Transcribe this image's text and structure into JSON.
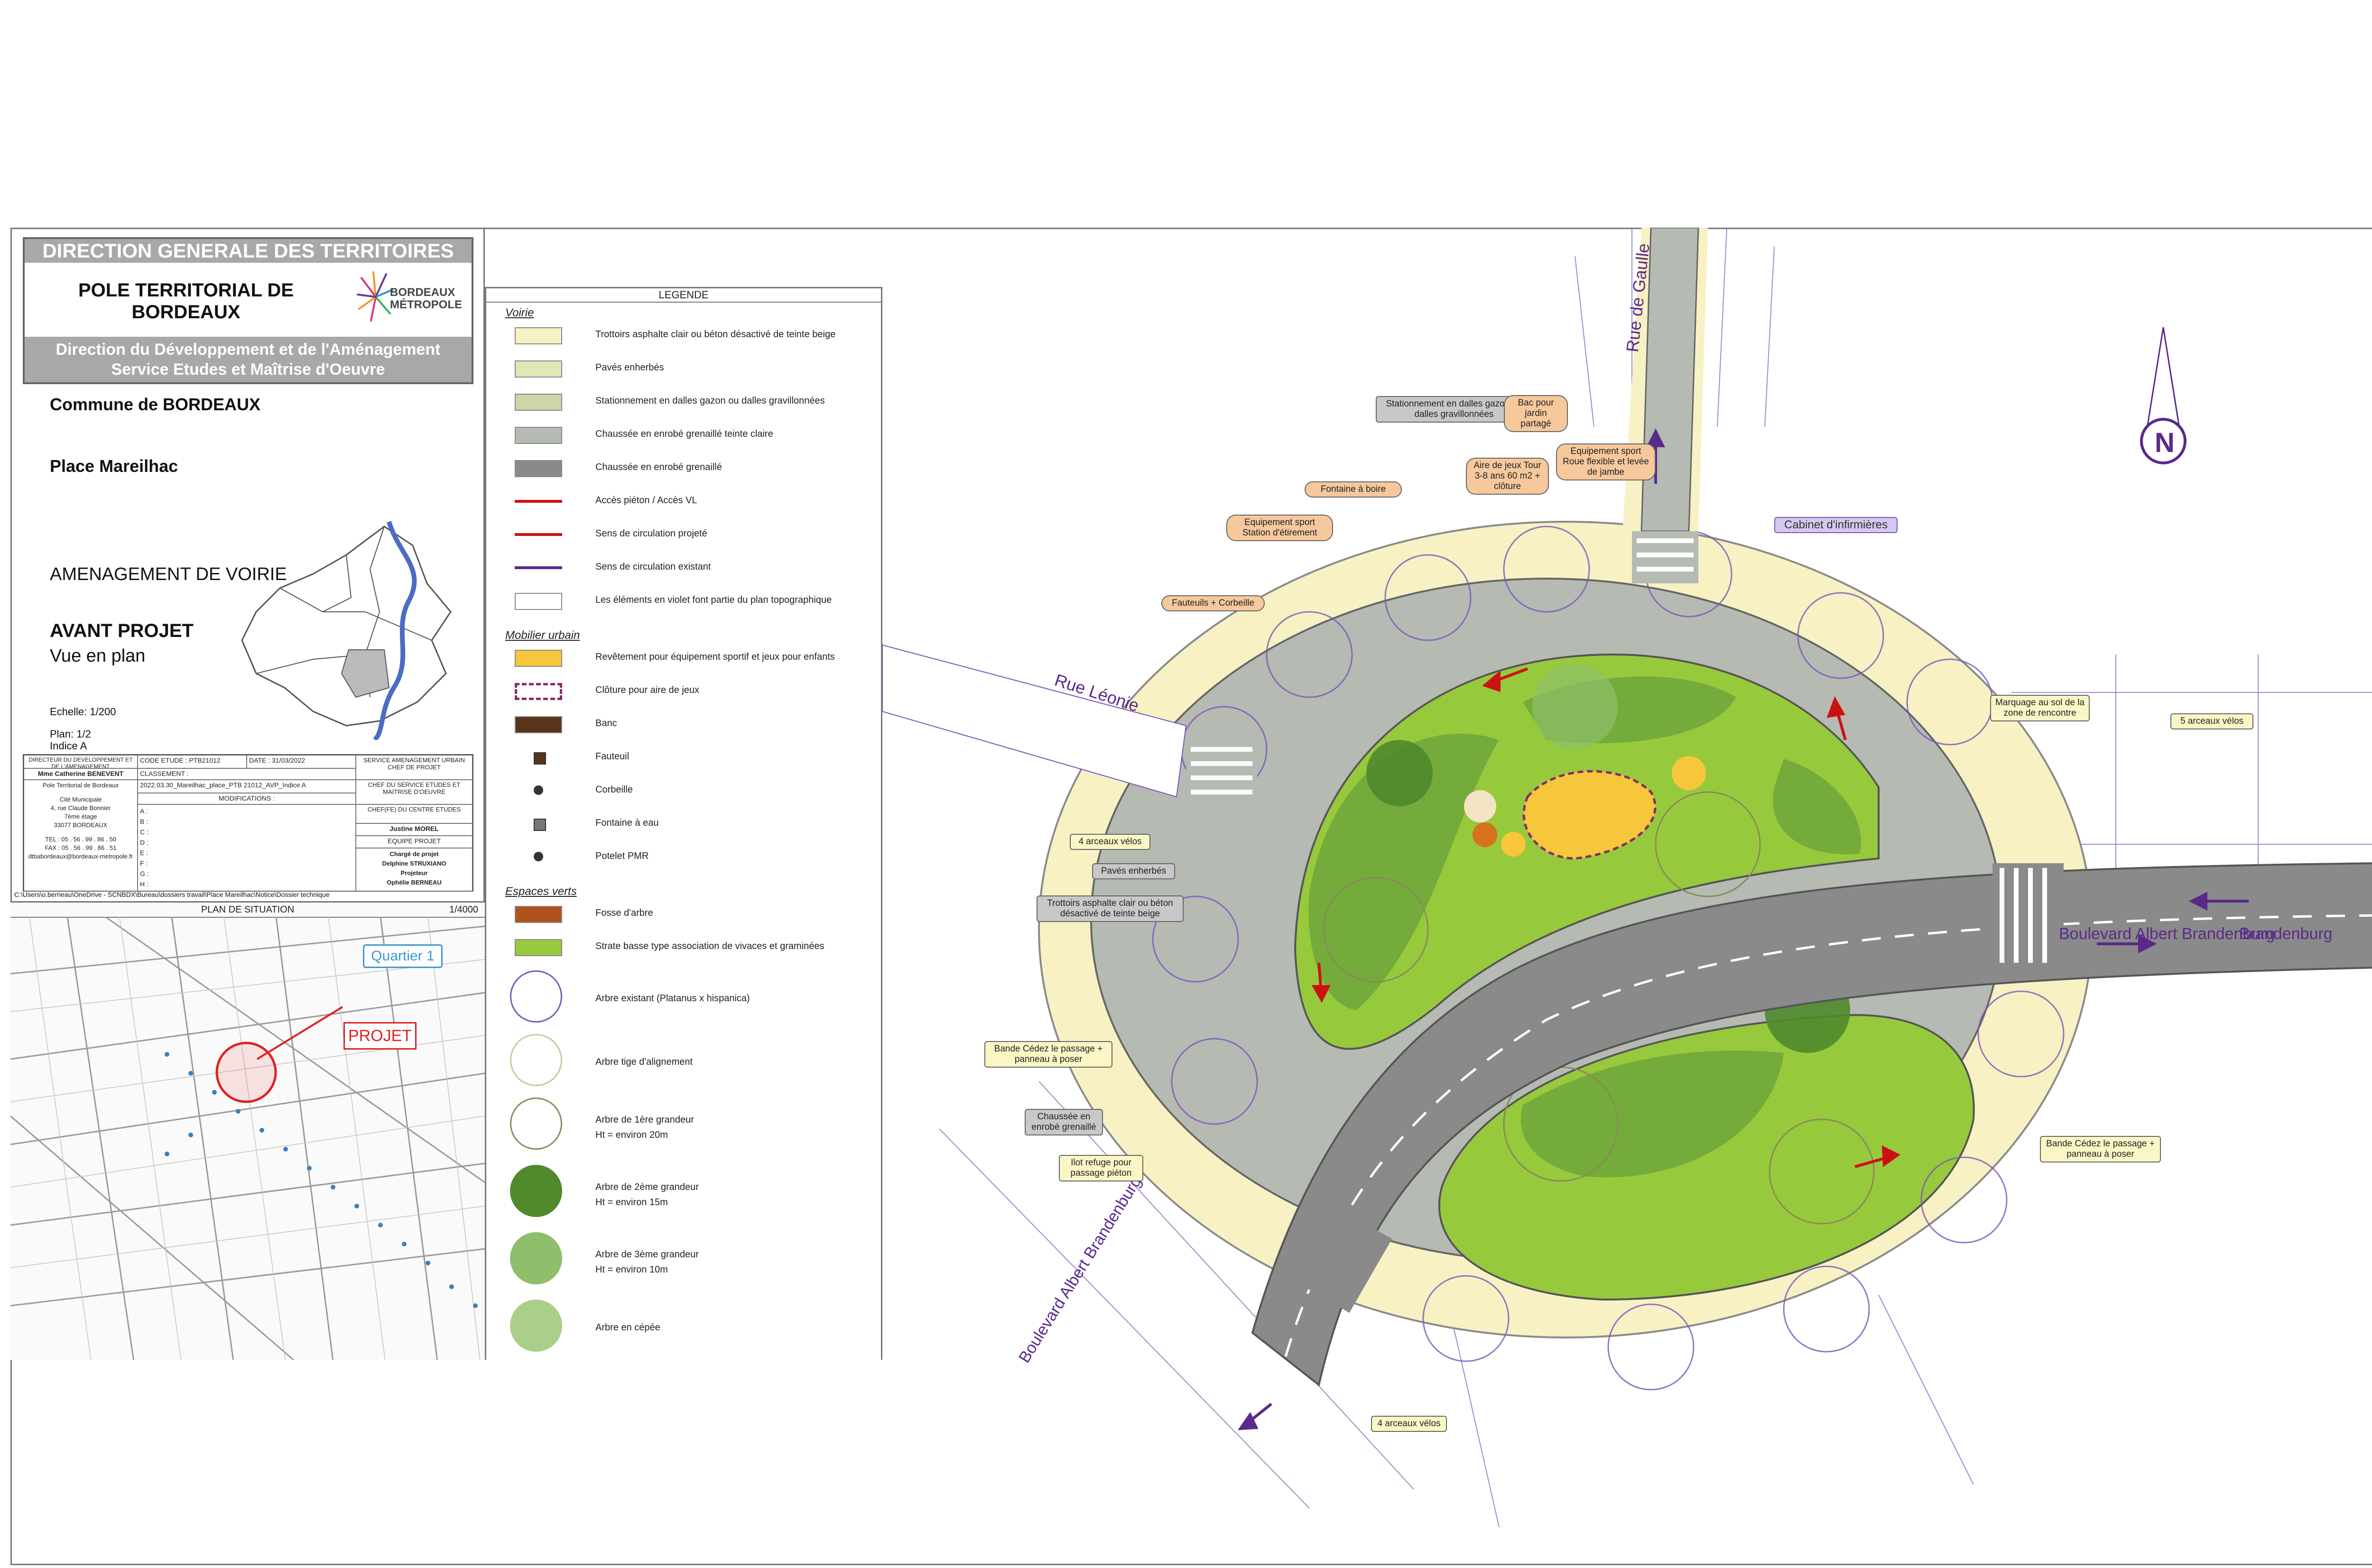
{
  "cartouche": {
    "direction": "DIRECTION GENERALE DES TERRITOIRES",
    "pole": "POLE TERRITORIAL DE BORDEAUX",
    "logo_text": "BORDEAUX MÉTROPOLE",
    "service_line1": "Direction du Développement et de l'Aménagement",
    "service_line2": "Service Etudes et Maîtrise d'Oeuvre"
  },
  "project": {
    "commune": "Commune de BORDEAUX",
    "place": "Place Mareilhac",
    "type": "AMENAGEMENT DE VOIRIE",
    "phase": "AVANT PROJET",
    "view": "Vue en plan",
    "scale": "Echelle: 1/200",
    "plan": "Plan: 1/2",
    "indice": "Indice A"
  },
  "info_table": {
    "director_head": "DIRECTEUR DU DEVELOPPEMENT ET DE L'AMENAGEMENT",
    "director_name": "Mme Catherine BENEVENT",
    "address": [
      "Pole Territorial de Bordeaux",
      "Cité Municipale",
      "4, rue Claude Bonnier",
      "7ème étage",
      "33077 BORDEAUX",
      "TEL : 05 . 56 . 99 . 86 . 50",
      "FAX : 05 . 56 . 99 . 86 . 51",
      "dtbabordeaux@bordeaux-metropole.fr"
    ],
    "code_etude": "CODE ETUDE : PTB21012",
    "date": "DATE : 31/03/2022",
    "classement": "CLASSEMENT :",
    "file": "2022.03.30_Mareilhac_place_PTB 21012_AVP_Indice A",
    "modifications": "MODIFICATIONS :",
    "letters": [
      "A :",
      "B :",
      "C :",
      "D :",
      "E :",
      "F :",
      "G :",
      "H :"
    ],
    "service_head": "SERVICE AMENAGEMENT URBAIN CHEF DE PROJET",
    "chief_head": "CHEF DU SERVICE ETUDES ET MAITRISE D'OEUVRE",
    "centre_head": "CHEF(FE) DU CENTRE ETUDES",
    "centre_name": "Justine MOREL",
    "team_head": "EQUIPE PROJET",
    "team": [
      "Chargé de projet",
      "Delphine STRUXIANO",
      "Projeteur",
      "Ophélie BERNEAU"
    ],
    "path": "C:\\Users\\o.berneau\\OneDrive - SCNBDX\\Bureau\\dossiers travail\\Place Mareilhac\\Notice\\Dossier technique"
  },
  "situation": {
    "title": "PLAN DE SITUATION",
    "scale": "1/4000",
    "quartier": "Quartier 1",
    "projet": "PROJET"
  },
  "legend": {
    "title": "LEGENDE",
    "sections": [
      {
        "name": "Voirie",
        "rows": [
          {
            "label": "Trottoirs asphalte clair ou béton désactivé de teinte beige",
            "color": "#f8f1c4",
            "kind": "box"
          },
          {
            "label": "Pavés enherbés",
            "color": "#e2e6b4",
            "kind": "box"
          },
          {
            "label": "Stationnement en dalles gazon ou dalles gravillonnées",
            "color": "#cdd6a8",
            "kind": "box"
          },
          {
            "label": "Chaussée en enrobé grenaillé teinte claire",
            "color": "#b5bab3",
            "kind": "box"
          },
          {
            "label": "Chaussée en enrobé grenaillé",
            "color": "#8a8a8a",
            "kind": "box"
          },
          {
            "label": "Accès piéton / Accès VL",
            "color": "#cc1111",
            "kind": "arrows"
          },
          {
            "label": "Sens de circulation projeté",
            "color": "#cc1111",
            "kind": "arrow"
          },
          {
            "label": "Sens de circulation existant",
            "color": "#5a2a8a",
            "kind": "arrow"
          },
          {
            "label": "Les éléments en violet font partie du plan topographique",
            "color": "#ffffff",
            "kind": "box"
          }
        ]
      },
      {
        "name": "Mobilier urbain",
        "rows": [
          {
            "label": "Revêtement pour équipement sportif et jeux pour enfants",
            "color": "#f6c73a",
            "kind": "box"
          },
          {
            "label": "Clôture pour aire de jeux",
            "color": "#ffffff",
            "kind": "dash"
          },
          {
            "label": "Banc",
            "color": "#5a3418",
            "kind": "box"
          },
          {
            "label": "Fauteuil",
            "color": "#5a3418",
            "kind": "small"
          },
          {
            "label": "Corbeille",
            "color": "#333333",
            "kind": "dot"
          },
          {
            "label": "Fontaine à eau",
            "color": "#777777",
            "kind": "small"
          },
          {
            "label": "Potelet PMR",
            "color": "#333333",
            "kind": "dots"
          }
        ]
      },
      {
        "name": "Espaces verts",
        "rows": [
          {
            "label": "Fosse d'arbre",
            "color": "#b0521c",
            "kind": "box"
          },
          {
            "label": "Strate basse type association de vivaces et graminées",
            "color": "#97c93c",
            "kind": "box"
          },
          {
            "label": "Arbre existant (Platanus x hispanica)",
            "color": "#7a56b8",
            "kind": "tree"
          },
          {
            "label": "Arbre tige d'alignement",
            "color": "#c8c89a",
            "kind": "tree"
          },
          {
            "label": "Arbre de 1ère grandeur",
            "sub": "Ht = environ 20m",
            "color": "#8a8a5a",
            "kind": "tree"
          },
          {
            "label": "Arbre de 2ème grandeur",
            "sub": "Ht = environ 15m",
            "color": "#4f8a2c",
            "kind": "bush"
          },
          {
            "label": "Arbre de 3ème grandeur",
            "sub": "Ht = environ 10m",
            "color": "#8fbf6a",
            "kind": "bush"
          },
          {
            "label": "Arbre en cépée",
            "color": "#a9cf8a",
            "kind": "bush"
          }
        ]
      }
    ]
  },
  "callouts": [
    {
      "id": "stationnement",
      "text": "Stationnement en dalles gazon ou dalles gravillonnées",
      "style": "c-grey"
    },
    {
      "id": "bac",
      "text": "Bac pour jardin partagé",
      "style": "c-orange"
    },
    {
      "id": "aire",
      "text": "Aire de jeux Tour 3-8 ans 60 m2 + clôture",
      "style": "c-orange"
    },
    {
      "id": "equip-roue",
      "text": "Equipement sport Roue flexible et levée de jambe",
      "style": "c-orange"
    },
    {
      "id": "fontaine",
      "text": "Fontaine à boire",
      "style": "c-orange"
    },
    {
      "id": "equip-etirement",
      "text": "Equipement sport Station d'étirement",
      "style": "c-orange"
    },
    {
      "id": "fauteuils",
      "text": "Fauteuils + Corbeille",
      "style": "c-orange"
    },
    {
      "id": "cabinet",
      "text": "Cabinet d'infirmières",
      "style": "c-purple"
    },
    {
      "id": "marquage",
      "text": "Marquage au sol de la zone de rencontre",
      "style": "c-yellow"
    },
    {
      "id": "arceaux5",
      "text": "5 arceaux vélos",
      "style": "c-yellow"
    },
    {
      "id": "arceaux4a",
      "text": "4 arceaux vélos",
      "style": "c-yellow"
    },
    {
      "id": "paves",
      "text": "Pavés enherbés",
      "style": "c-grey"
    },
    {
      "id": "trottoirs",
      "text": "Trottoirs asphalte clair ou béton désactivé de teinte beige",
      "style": "c-grey"
    },
    {
      "id": "cedez1",
      "text": "Bande Cédez le passage + panneau à poser",
      "style": "c-yellow"
    },
    {
      "id": "chaussee",
      "text": "Chaussée en enrobé grenaillé",
      "style": "c-grey"
    },
    {
      "id": "ilot",
      "text": "Ilot refuge pour passage piéton",
      "style": "c-yellow"
    },
    {
      "id": "cedez2",
      "text": "Bande Cédez le passage + panneau à poser",
      "style": "c-yellow"
    },
    {
      "id": "arceaux4b",
      "text": "4 arceaux vélos",
      "style": "c-yellow"
    }
  ],
  "streets": {
    "gaulle": "Rue de Gaulle",
    "leonie": "Rue Léonie",
    "brandenburg_e1": "Boulevard Albert Brandenburg",
    "brandenburg_e2": "Brandenburg",
    "brandenburg_s": "Boulevard Albert Brandenburg"
  },
  "north": "N",
  "colors": {
    "sidewalk": "#f8f1c4",
    "road": "#8a8a8a",
    "road_light": "#b5bab3",
    "green": "#97c93c",
    "planting": "#6ea63a",
    "play": "#f6c73a",
    "topo": "#5a2a8a",
    "red": "#cc1111"
  }
}
